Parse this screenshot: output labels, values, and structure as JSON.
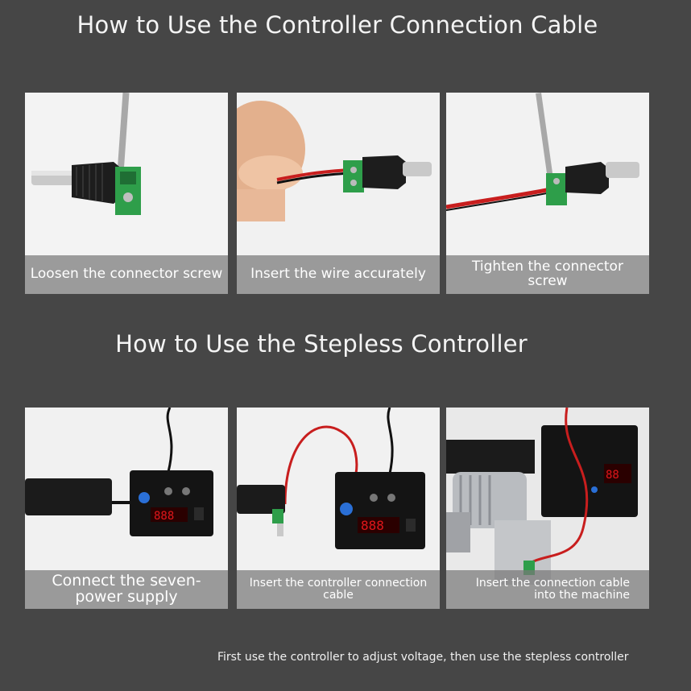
{
  "section1": {
    "title": "How to Use the Controller Connection Cable",
    "steps": [
      {
        "caption": "Loosen the connector screw"
      },
      {
        "caption": "Insert the wire accurately"
      },
      {
        "caption": "Tighten the connector screw"
      }
    ]
  },
  "section2": {
    "title": "How to Use the Stepless Controller",
    "steps": [
      {
        "caption": "Connect the seven-power supply"
      },
      {
        "caption": "Insert the controller connection cable"
      },
      {
        "caption": "Insert the connection cable into the machine"
      }
    ]
  },
  "footer": "First use the controller to adjust voltage, then use the stepless controller",
  "colors": {
    "background": "#464646",
    "caption_bar": "#7a7a7a",
    "terminal_green": "#2e9e4a",
    "wire_red": "#c81e1e",
    "display_red": "#e0161a"
  }
}
